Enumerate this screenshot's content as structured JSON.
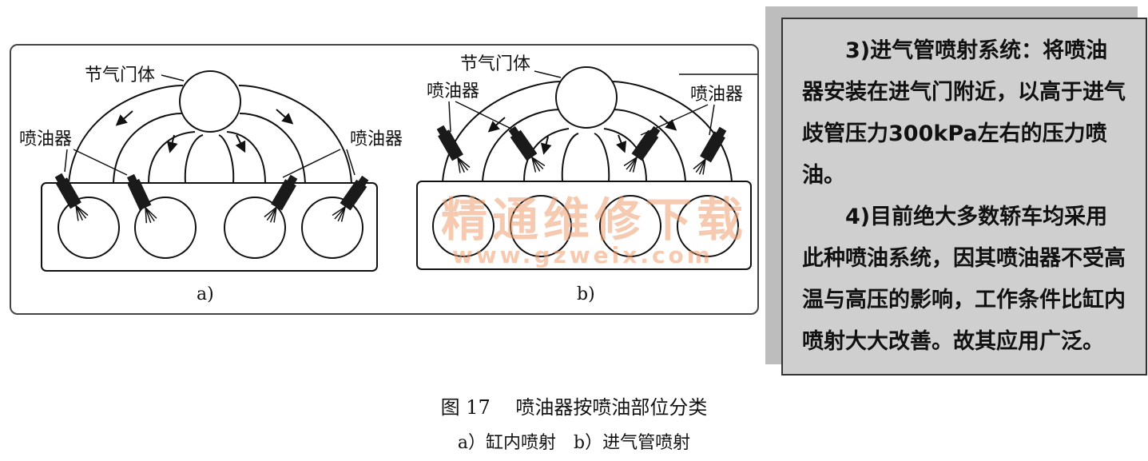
{
  "diagram_a": {
    "throttle_label": "节气门体",
    "injector_left_label": "喷油器",
    "injector_right_label": "喷油器",
    "sub_label": "a)"
  },
  "diagram_b": {
    "throttle_label": "节气门体",
    "injector_left_label": "喷油器",
    "injector_right_label": "喷油器",
    "sub_label": "b)"
  },
  "watermark": {
    "title": "精通维修下载",
    "url": "www.gzweix.com"
  },
  "note": {
    "paragraph_3": "3)进气管喷射系统：将喷油器安装在进气门附近，以高于进气歧管压力300kPa左右的压力喷油。",
    "paragraph_4": "4)目前绝大多数轿车均采用此种喷油系统，因其喷油器不受高温与高压的影响，工作条件比缸内喷射大大改善。故其应用广泛。"
  },
  "caption": {
    "figure_title": "图 17　 喷油器按喷油部位分类",
    "subtitle": "a）缸内喷射　b）进气管喷射"
  },
  "colors": {
    "line": "#111111",
    "injector": "#1a1a1a",
    "note_bg": "#cfcfcf",
    "watermark": "#f0a070"
  }
}
